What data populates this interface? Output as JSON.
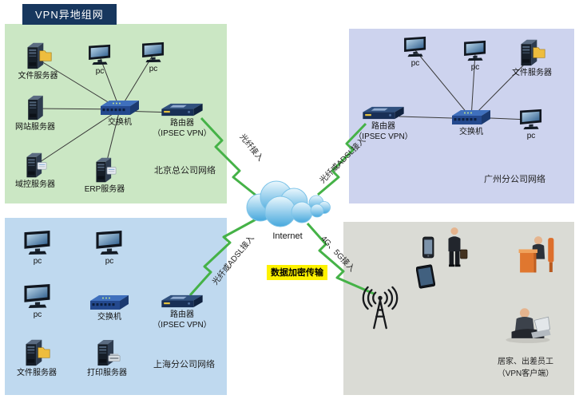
{
  "title": "VPN异地组网",
  "internet_label": "Internet",
  "encryption_label": "数据加密传输",
  "colors": {
    "title_bg": "#17375e",
    "beijing_panel": "#cbe7c4",
    "guangzhou_panel": "#cdd3ee",
    "shanghai_panel": "#bfd9ef",
    "clients_panel": "#dadbd5",
    "link_green": "#45b247",
    "encryption_highlight": "#fdf200"
  },
  "links": {
    "beijing_access": "光纤接入",
    "guangzhou_access": "光纤或ADSL接入",
    "shanghai_access": "光纤或ADSL接入",
    "mobile_access": "4G、5G接入"
  },
  "beijing": {
    "panel_label": "北京总公司网络",
    "file_server": "文件服务器",
    "pc1": "pc",
    "pc2": "pc",
    "web_server": "网站服务器",
    "switch": "交换机",
    "router": "路由器",
    "router_sub": "（IPSEC VPN）",
    "domain_server": "域控服务器",
    "erp_server": "ERP服务器"
  },
  "guangzhou": {
    "panel_label": "广州分公司网络",
    "pc1": "pc",
    "pc2": "pc",
    "pc3": "pc",
    "file_server": "文件服务器",
    "router": "路由器",
    "router_sub": "（IPSEC VPN）",
    "switch": "交换机"
  },
  "shanghai": {
    "panel_label": "上海分公司网络",
    "pc1": "pc",
    "pc2": "pc",
    "pc3": "pc",
    "switch": "交换机",
    "router": "路由器",
    "router_sub": "（IPSEC VPN）",
    "file_server": "文件服务器",
    "print_server": "打印服务器"
  },
  "clients": {
    "panel_label_line1": "居家、出差员工",
    "panel_label_line2": "（VPN客户端）"
  }
}
